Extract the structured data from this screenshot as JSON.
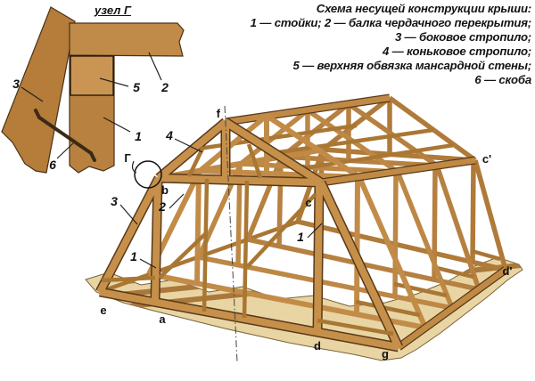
{
  "legend": {
    "title": "Схема несущей конструкции крыши:",
    "items": [
      "1 — стойки; 2 — балка чердачного перекрытия;",
      "3 — боковое стропило;",
      "4 — коньковое стропило;",
      "5 — верхняя обвязка мансардной стены;",
      "6 — скоба"
    ]
  },
  "detail": {
    "title": "узел Г",
    "callouts": [
      "3",
      "5",
      "2",
      "1",
      "6"
    ]
  },
  "main": {
    "labels": {
      "f": "f",
      "n4": "4",
      "gamma": "Г",
      "b": "b",
      "n2": "2",
      "n3": "3",
      "n1_left": "1",
      "n1_right": "1",
      "c": "c",
      "c_prime": "c'",
      "e": "e",
      "a": "a",
      "d": "d",
      "g": "g",
      "d_prime": "d'"
    }
  },
  "colors": {
    "background": "#ffffff",
    "wood_light": "#c6904a",
    "wood_mid": "#b68040",
    "wood_dark_outline": "#58391a",
    "ground_tan": "#e8d5a3",
    "bracket_dark": "#3b2a15",
    "text": "#141414"
  }
}
